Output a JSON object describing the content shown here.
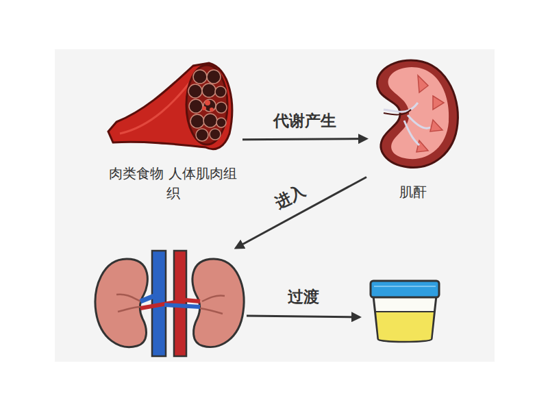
{
  "diagram": {
    "nodes": [
      {
        "text": [
          "肉类食物 人体肌肉组织"
        ]
      },
      {
        "text": [
          "肌酐"
        ]
      },
      {
        "text": []
      },
      {
        "text": []
      }
    ],
    "edges": [
      {
        "from": 0,
        "to": 1,
        "label": "代谢产生",
        "arrow": "to"
      },
      {
        "from": 1,
        "to": 2,
        "label": "进入",
        "arrow": "to"
      },
      {
        "from": 2,
        "to": 3,
        "label": "过渡",
        "arrow": "to"
      }
    ]
  }
}
